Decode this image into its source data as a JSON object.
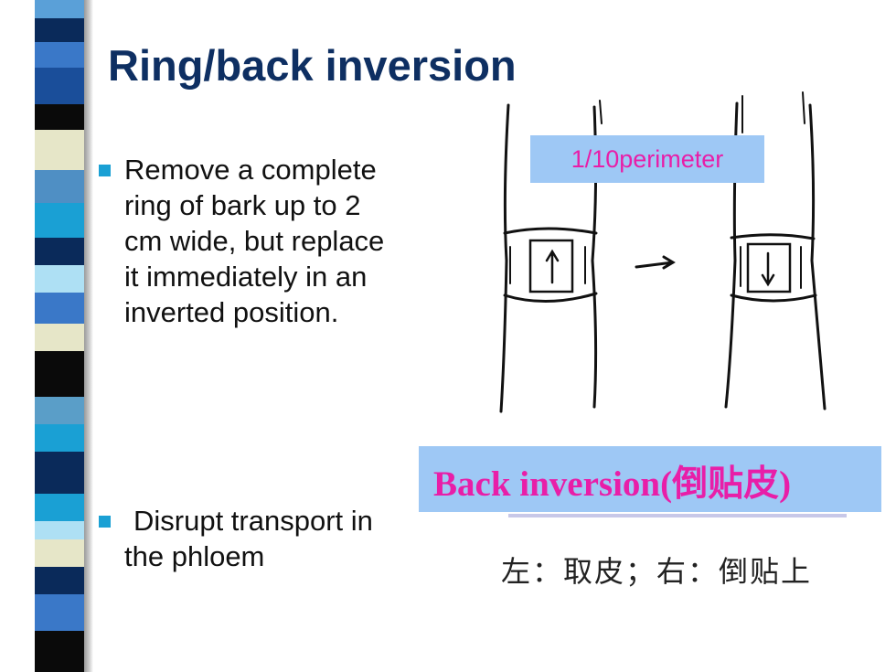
{
  "slide": {
    "title": "Ring/back inversion",
    "bullets": [
      "Remove a complete ring of bark up to 2 cm wide, but replace it immediately in an inverted position.",
      "Disrupt transport in the phloem"
    ]
  },
  "figure": {
    "perimeter_label": "1/10perimeter",
    "caption": "Back inversion(倒贴皮)",
    "chinese_caption": "左：取皮；右：倒贴上"
  },
  "colors": {
    "title": "#0e2f62",
    "bullet_marker": "#1aa0d4",
    "label_background": "#9ec8f5",
    "label_text": "#e81ea8"
  }
}
